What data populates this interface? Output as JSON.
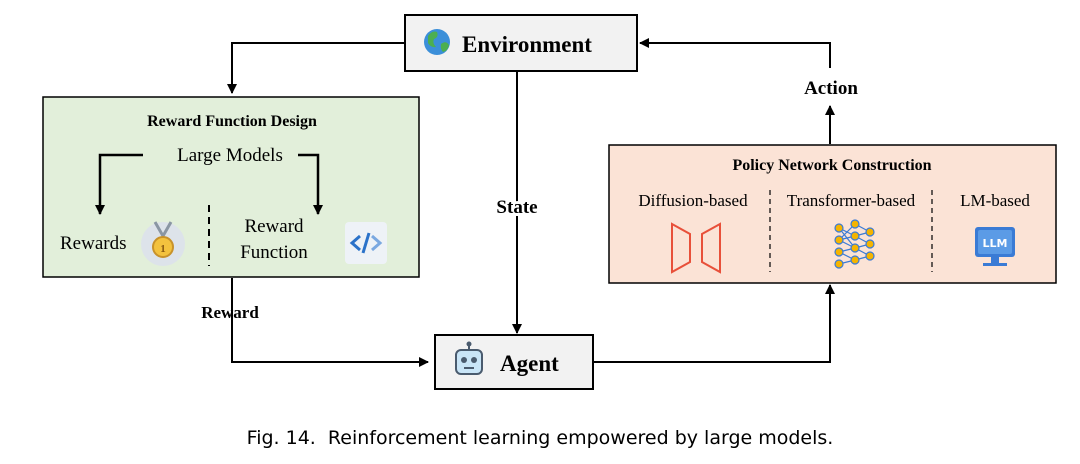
{
  "environment": {
    "label": "Environment",
    "icon": "globe-icon"
  },
  "agent": {
    "label": "Agent",
    "icon": "robot-icon"
  },
  "reward_design": {
    "title": "Reward Function Design",
    "source": "Large Models",
    "left_label": "Rewards",
    "left_icon": "medal-icon",
    "right_label_line1": "Reward",
    "right_label_line2": "Function",
    "right_icon": "code-icon"
  },
  "policy": {
    "title": "Policy Network Construction",
    "columns": [
      {
        "label": "Diffusion-based",
        "icon": "diffusion-icon"
      },
      {
        "label": "Transformer-based",
        "icon": "neural-network-icon"
      },
      {
        "label": "LM-based",
        "icon": "llm-monitor-icon"
      }
    ],
    "llm_badge": "LLM"
  },
  "edges": {
    "state": "State",
    "reward": "Reward",
    "action": "Action"
  },
  "caption": "Fig. 14.  Reinforcement learning empowered by large models.",
  "colors": {
    "env_fill": "#f2f2f2",
    "reward_fill": "#e2efda",
    "policy_fill": "#fbe3d6",
    "diffusion": "#e8503a",
    "network": "#f5b400",
    "network_edge": "#3a7bd5",
    "llm_screen": "#3a7bd5"
  }
}
